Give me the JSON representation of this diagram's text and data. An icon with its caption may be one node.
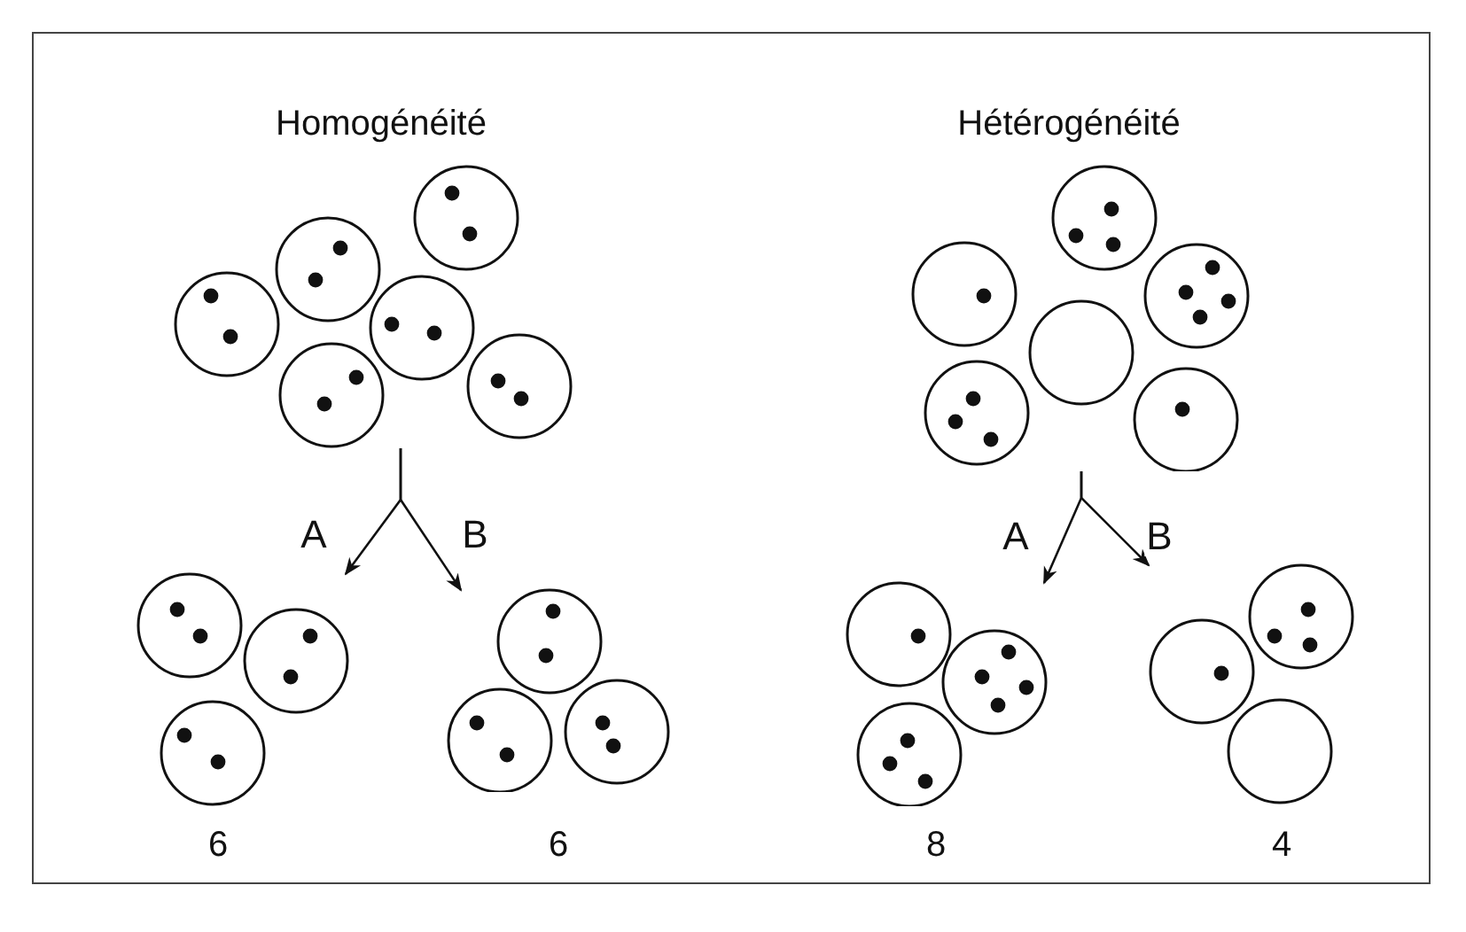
{
  "diagram": {
    "nodes": [
      {
        "text": [],
        "shape": "picture",
        "beside": [
          "Homogénéité"
        ]
      },
      {
        "text": [],
        "shape": "picture",
        "beside": [
          "6"
        ]
      },
      {
        "text": [],
        "shape": "picture",
        "beside": [
          "6"
        ]
      },
      {
        "text": [],
        "shape": "picture",
        "beside": [
          "Hétérogénéité"
        ]
      },
      {
        "text": [],
        "shape": "picture",
        "beside": [
          "8"
        ]
      },
      {
        "text": [],
        "shape": "picture",
        "beside": [
          "4"
        ]
      }
    ],
    "edges": [
      {
        "from": 0,
        "to": 1,
        "arrow": "to",
        "label": "A"
      },
      {
        "from": 0,
        "to": 2,
        "arrow": "to",
        "label": "B"
      },
      {
        "from": 3,
        "to": 4,
        "arrow": "to",
        "label": "A"
      },
      {
        "from": 3,
        "to": 5,
        "arrow": "to",
        "label": "B"
      }
    ]
  }
}
